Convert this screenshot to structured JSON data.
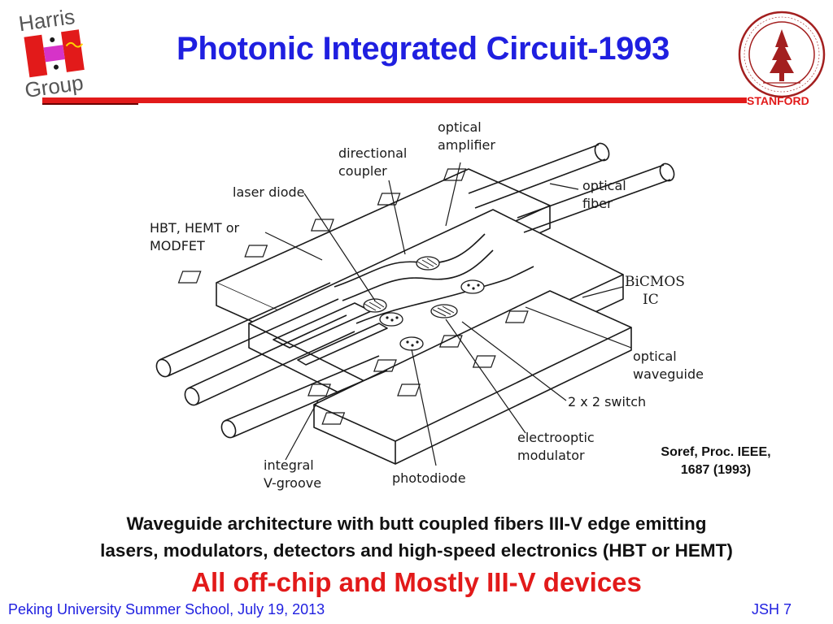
{
  "header": {
    "logo_line1": "Harris",
    "logo_line2": "Group",
    "title": "Photonic Integrated Circuit-1993",
    "affiliation": "STANFORD"
  },
  "diagram": {
    "labels": {
      "optical_amplifier_1": "optical",
      "optical_amplifier_2": "amplifier",
      "directional_coupler_1": "directional",
      "directional_coupler_2": "coupler",
      "optical_fiber_1": "optical",
      "optical_fiber_2": "fiber",
      "laser_diode": "laser diode",
      "transistor_1": "HBT, HEMT or",
      "transistor_2": "MODFET",
      "bicmos_1": "BiCMOS",
      "bicmos_2": "IC",
      "optical_waveguide_1": "optical",
      "optical_waveguide_2": "waveguide",
      "switch": "2 x 2 switch",
      "electrooptic_1": "electrooptic",
      "electrooptic_2": "modulator",
      "photodiode": "photodiode",
      "vgroove_1": "integral",
      "vgroove_2": "V-groove"
    },
    "citation_line1": "Soref, Proc. IEEE,",
    "citation_line2": "1687 (1993)"
  },
  "body": {
    "description_line1": "Waveguide architecture with butt coupled fibers III-V edge emitting",
    "description_line2": "lasers, modulators, detectors and high-speed electronics (HBT or HEMT)",
    "emphasis": "All off-chip and Mostly III-V devices"
  },
  "footer": {
    "event": "Peking University Summer School, July 19, 2013",
    "slide_id": "JSH 7"
  },
  "colors": {
    "title_blue": "#1f1fe0",
    "accent_red": "#e21a1a",
    "logo_magenta": "#d633c8"
  }
}
